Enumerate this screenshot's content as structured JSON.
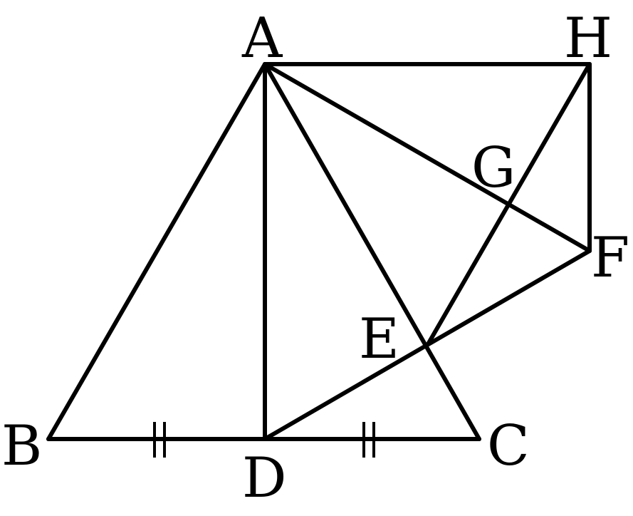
{
  "points": {
    "A": {
      "label": "A"
    },
    "H": {
      "label": "H"
    },
    "G": {
      "label": "G"
    },
    "F": {
      "label": "F"
    },
    "E": {
      "label": "E"
    },
    "B": {
      "label": "B"
    },
    "C": {
      "label": "C"
    },
    "D": {
      "label": "D"
    }
  },
  "segments": [
    [
      "A",
      "H"
    ],
    [
      "H",
      "F"
    ],
    [
      "A",
      "B"
    ],
    [
      "B",
      "C"
    ],
    [
      "A",
      "D"
    ],
    [
      "A",
      "C"
    ],
    [
      "A",
      "F"
    ],
    [
      "D",
      "F"
    ],
    [
      "E",
      "H"
    ]
  ],
  "equal_marks": [
    {
      "segment": [
        "B",
        "D"
      ],
      "marks": 2
    },
    {
      "segment": [
        "D",
        "C"
      ],
      "marks": 2
    }
  ],
  "colors": {
    "stroke": "#000000",
    "background": "#ffffff"
  }
}
